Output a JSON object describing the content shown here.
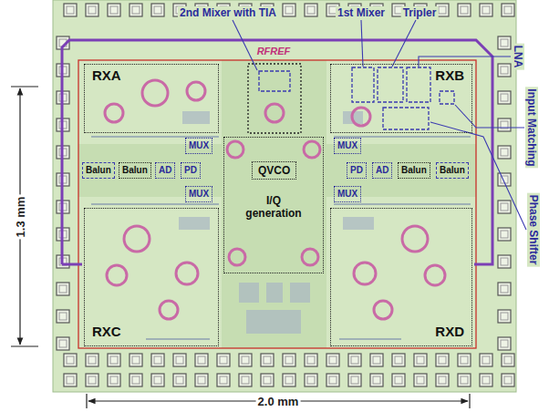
{
  "diagram": {
    "nodes": [
      {
        "text": [
          "RXA"
        ]
      },
      {
        "text": [
          "RXB"
        ]
      },
      {
        "text": [
          "MUX"
        ]
      },
      {
        "text": [
          "MUX"
        ]
      },
      {
        "text": [
          "Balun"
        ]
      },
      {
        "text": [
          "Balun"
        ]
      },
      {
        "text": [
          "AD"
        ]
      },
      {
        "text": [
          "PD"
        ]
      },
      {
        "text": [
          "I/Q generation"
        ]
      },
      {
        "text": [
          "QVCO"
        ],
        "in": 8
      },
      {
        "text": [
          "PD"
        ]
      },
      {
        "text": [
          "AD"
        ]
      },
      {
        "text": [
          "Balun"
        ]
      },
      {
        "text": [
          "Balun"
        ]
      },
      {
        "text": [
          "MUX"
        ]
      },
      {
        "text": [
          "MUX"
        ]
      },
      {
        "text": [
          "RXC"
        ]
      },
      {
        "text": [
          "RXD"
        ]
      }
    ],
    "labels": [
      "2nd Mixer with TIA",
      "1st Mixer",
      "Tripler",
      "LNA",
      "Input Matching",
      "Phase Shifter",
      "RFREF",
      "1.3 mm",
      "2.0 mm"
    ]
  }
}
